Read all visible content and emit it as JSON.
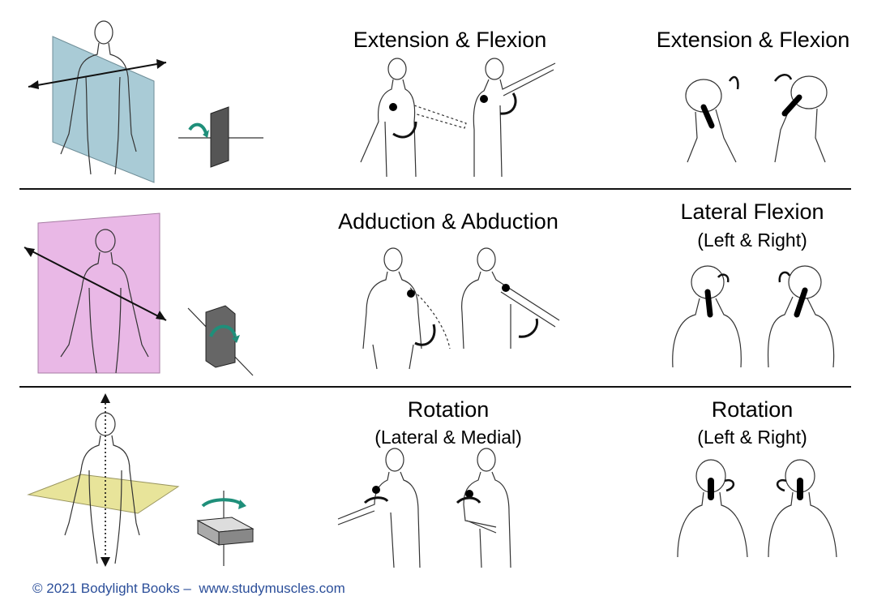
{
  "rows": [
    {
      "shoulder_title": "Extension & Flexion",
      "neck_title": "Extension & Flexion",
      "neck_subtitle": ""
    },
    {
      "shoulder_title": "Adduction & Abduction",
      "neck_title": "Lateral Flexion",
      "neck_subtitle": "(Left & Right)"
    },
    {
      "shoulder_title": "Rotation",
      "shoulder_subtitle": "(Lateral & Medial)",
      "neck_title": "Rotation",
      "neck_subtitle": "(Left & Right)"
    }
  ],
  "planes": {
    "sagittal_color": "#a9cbd6",
    "frontal_color": "#e9b8e6",
    "transverse_color": "#e8e49a",
    "arrow_color": "#1f8f7a"
  },
  "footer": "© 2021 Bodylight Books –  www.studymuscles.com"
}
